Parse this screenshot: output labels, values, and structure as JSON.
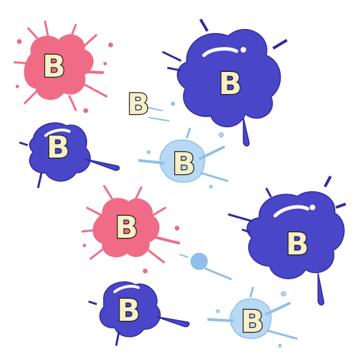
{
  "palette": {
    "pink": "#f06b86",
    "pink_light": "#f7a3b3",
    "blue": "#4a46c8",
    "blue_dark": "#2f2b9e",
    "sky": "#8fbfe8",
    "sky_light": "#b8d9f4",
    "letter_fill": "#f6efc8",
    "outline": "#1b1b1b"
  },
  "splats": [
    {
      "name": "splat-pink-top-left",
      "letter": "B",
      "color": "pink"
    },
    {
      "name": "splat-plain-b-1",
      "letter": "B",
      "color": "none"
    },
    {
      "name": "splat-blue-large-top-right",
      "letter": "B",
      "color": "blue"
    },
    {
      "name": "splat-blue-mid-left",
      "letter": "B",
      "color": "blue"
    },
    {
      "name": "splat-sky-center",
      "letter": "B",
      "color": "sky"
    },
    {
      "name": "splat-pink-center",
      "letter": "B",
      "color": "pink"
    },
    {
      "name": "splat-blue-large-right",
      "letter": "B",
      "color": "blue"
    },
    {
      "name": "splat-blue-bottom-left",
      "letter": "B",
      "color": "blue"
    },
    {
      "name": "splat-sky-bottom-right",
      "letter": "B",
      "color": "sky"
    }
  ]
}
